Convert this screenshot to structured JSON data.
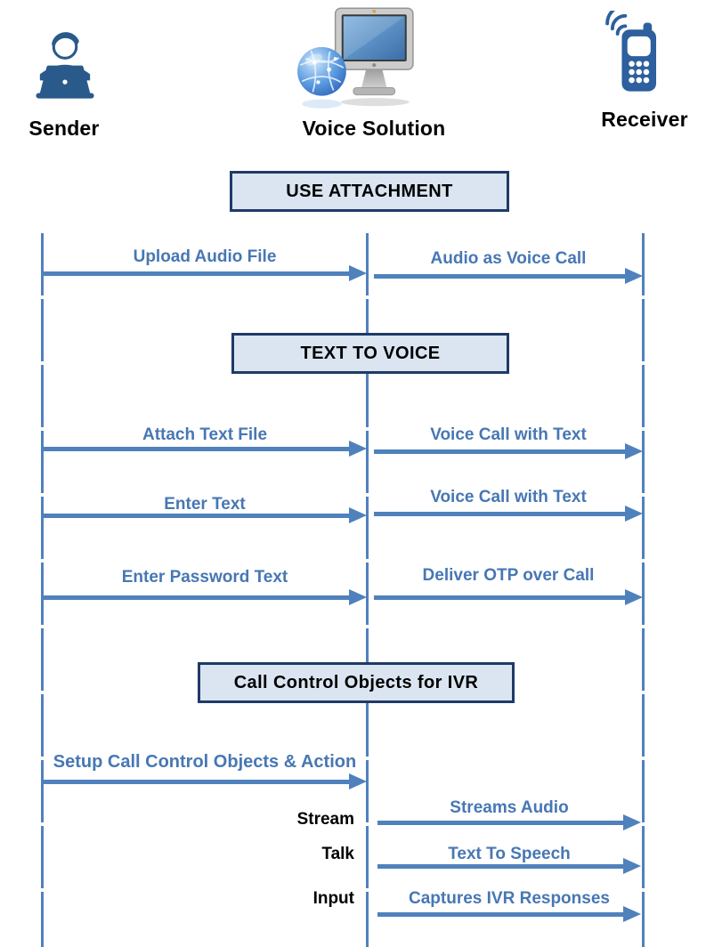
{
  "actors": [
    {
      "name": "Sender",
      "icon": "person-laptop-icon"
    },
    {
      "name": "Voice Solution",
      "icon": "globe-monitor-icon"
    },
    {
      "name": "Receiver",
      "icon": "mobile-phone-icon"
    }
  ],
  "sections": [
    {
      "title": "USE ATTACHMENT"
    },
    {
      "title": "TEXT TO VOICE"
    },
    {
      "title": "Call Control Objects for IVR"
    }
  ],
  "messages": [
    {
      "from": "Sender",
      "to": "Voice Solution",
      "label": "Upload Audio File"
    },
    {
      "from": "Voice Solution",
      "to": "Receiver",
      "label": "Audio as Voice Call"
    },
    {
      "from": "Sender",
      "to": "Voice Solution",
      "label": "Attach Text File"
    },
    {
      "from": "Voice Solution",
      "to": "Receiver",
      "label": "Voice Call with Text"
    },
    {
      "from": "Sender",
      "to": "Voice Solution",
      "label": "Enter Text"
    },
    {
      "from": "Voice Solution",
      "to": "Receiver",
      "label": "Voice Call with Text"
    },
    {
      "from": "Sender",
      "to": "Voice Solution",
      "label": "Enter Password Text"
    },
    {
      "from": "Voice Solution",
      "to": "Receiver",
      "label": "Deliver OTP over Call"
    },
    {
      "from": "Sender",
      "to": "Voice Solution",
      "label": "Setup Call Control Objects & Action"
    },
    {
      "from": "Voice Solution",
      "to": "Receiver",
      "label": "Streams Audio",
      "tag": "Stream"
    },
    {
      "from": "Voice Solution",
      "to": "Receiver",
      "label": "Text To Speech",
      "tag": "Talk"
    },
    {
      "from": "Voice Solution",
      "to": "Receiver",
      "label": "Captures IVR Responses",
      "tag": "Input"
    }
  ],
  "colors": {
    "arrow_blue": "#4f81bd",
    "label_blue": "#4777b4",
    "section_fill": "#dbe5f1",
    "section_border": "#1f3a68",
    "icon_blue": "#2a5a8c",
    "text_black": "#000000"
  }
}
